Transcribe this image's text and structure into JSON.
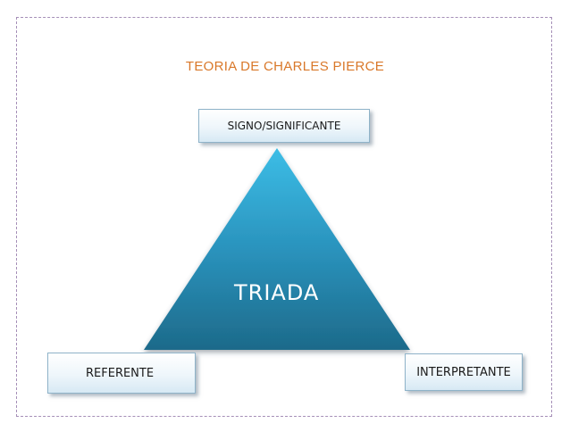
{
  "diagram": {
    "title": "TEORIA DE CHARLES PIERCE",
    "triangle_label": "TRIADA",
    "nodes": {
      "signo": "SIGNO/SIGNIFICANTE",
      "referente": "REFERENTE",
      "interpretante": "INTERPRETANTE"
    }
  },
  "colors": {
    "title": "#d9782a",
    "triangle_top": "#35b4dd",
    "triangle_bottom": "#1e6f8f",
    "frame_border": "#a58fb7"
  }
}
